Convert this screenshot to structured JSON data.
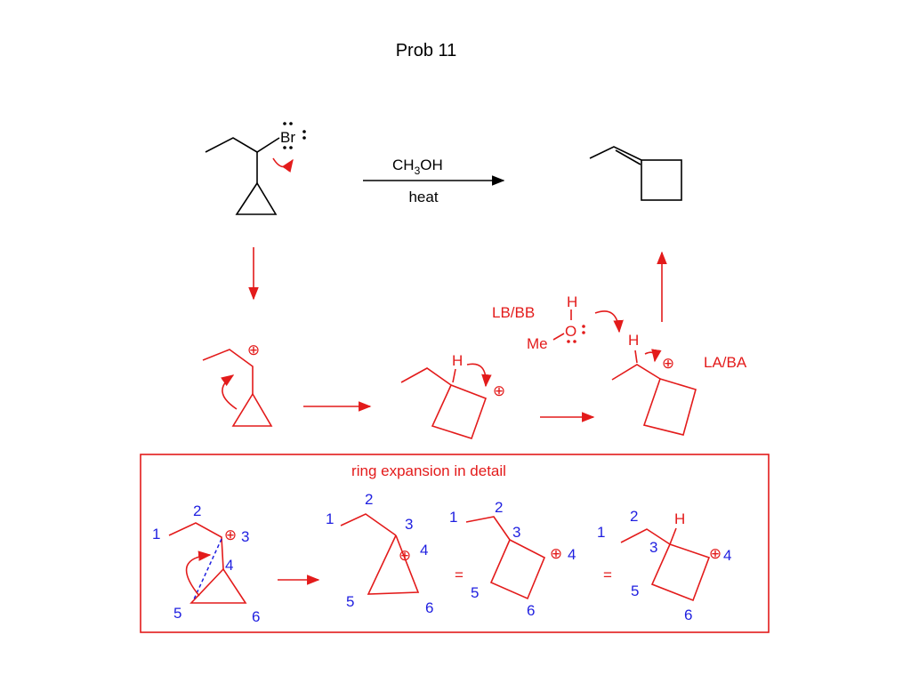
{
  "title": "Prob 11",
  "reaction": {
    "leaving_group": "Br",
    "reagent": "CH",
    "reagent_sub": "3",
    "reagent_tail": "OH",
    "condition": "heat"
  },
  "mechanism": {
    "base_label": "LB/BB",
    "acid_label": "LA/BA",
    "methanol_h": "H",
    "methanol_o": "O",
    "methanol_me": "Me",
    "proton_h1": "H",
    "proton_h2": "H",
    "charge_symbol": "⊕"
  },
  "detail_box": {
    "title": "ring expansion in detail",
    "equals": "=",
    "hydrogen": "H",
    "numbers": [
      "1",
      "2",
      "3",
      "4",
      "5",
      "6"
    ]
  },
  "colors": {
    "mechanism": "#e31b1b",
    "numbering": "#1f1fe0",
    "given": "#000000"
  }
}
